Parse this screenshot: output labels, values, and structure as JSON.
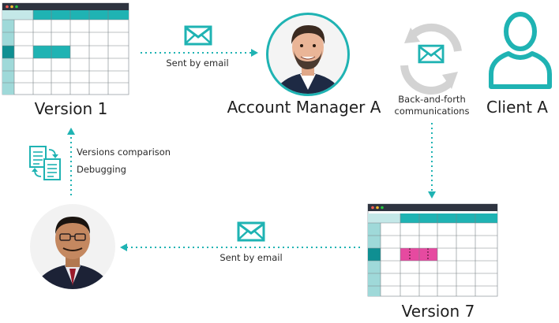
{
  "nodes": {
    "version1": "Version 1",
    "version7": "Version 7",
    "account_manager": "Account Manager A",
    "client": "Client A"
  },
  "edges": {
    "sent_top": "Sent by email",
    "sent_bottom": "Sent by email",
    "back_forth_line1": "Back-and-forth",
    "back_forth_line2": "communications",
    "versions_comparison": "Versions comparison",
    "debugging": "Debugging"
  },
  "colors": {
    "teal": "#1fb3b3",
    "teal_dark": "#0f9ea0",
    "highlight_pink": "#e64aa0",
    "grey": "#d8d8d8",
    "window_bar": "#2e3440"
  },
  "icons": [
    "spreadsheet-window-icon",
    "envelope-icon",
    "refresh-cycle-icon",
    "user-outline-icon",
    "documents-compare-icon",
    "person-photo"
  ]
}
